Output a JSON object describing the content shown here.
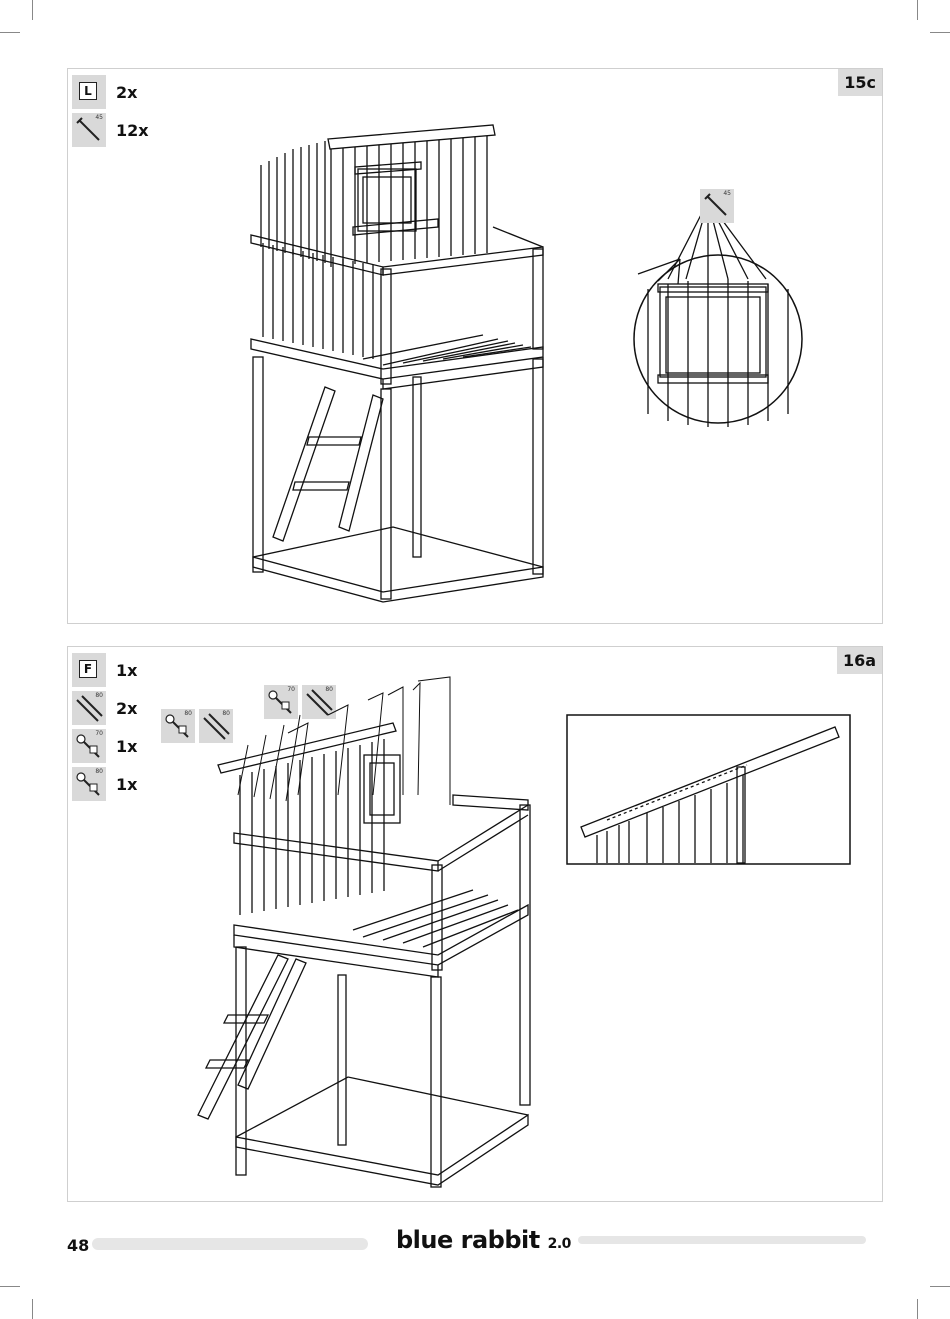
{
  "page": {
    "number": "48"
  },
  "brand": {
    "name": "blue rabbit",
    "version": "2.0"
  },
  "step_15c": {
    "label": "15c",
    "parts": [
      {
        "icon": "panel-part-icon",
        "letter": "L",
        "qty": "2x"
      },
      {
        "icon": "screw-icon",
        "size": "45",
        "qty": "12x"
      }
    ],
    "detail_screw_size": "45"
  },
  "step_16a": {
    "label": "16a",
    "parts": [
      {
        "icon": "panel-part-icon",
        "letter": "F",
        "qty": "1x"
      },
      {
        "icon": "screw-pair-icon",
        "size": "80",
        "qty": "2x"
      },
      {
        "icon": "bolt-icon",
        "size": "70",
        "qty": "1x"
      },
      {
        "icon": "bolt-icon",
        "size": "80",
        "qty": "1x"
      }
    ],
    "callout_left": {
      "bolt_size": "80",
      "screw_size": "80"
    },
    "callout_top": {
      "bolt_size": "70",
      "screw_size": "80"
    }
  },
  "colors": {
    "line": "#111111",
    "panel_border": "#cfcfcf",
    "label_bg": "#dcdcdc",
    "icon_bg": "#d9d9d9"
  }
}
